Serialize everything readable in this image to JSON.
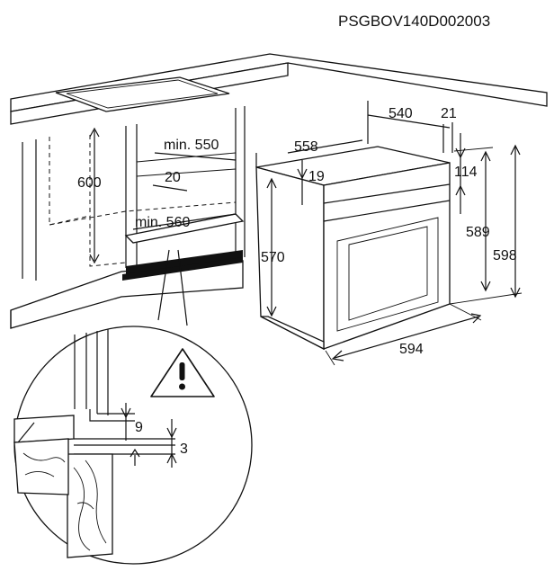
{
  "drawing_code": "PSGBOV140D002003",
  "labels": {
    "depth_540": "540",
    "panel_21": "21",
    "width_558": "558",
    "offset_19": "19",
    "panel_114": "114",
    "niche_min_550": "min. 550",
    "niche_20": "20",
    "niche_600": "600",
    "niche_min_560": "min. 560",
    "oven_570": "570",
    "oven_589": "589",
    "oven_598": "598",
    "oven_594": "594",
    "detail_9": "9",
    "detail_3": "3"
  },
  "icons": {
    "warning": "warning-triangle-icon"
  }
}
